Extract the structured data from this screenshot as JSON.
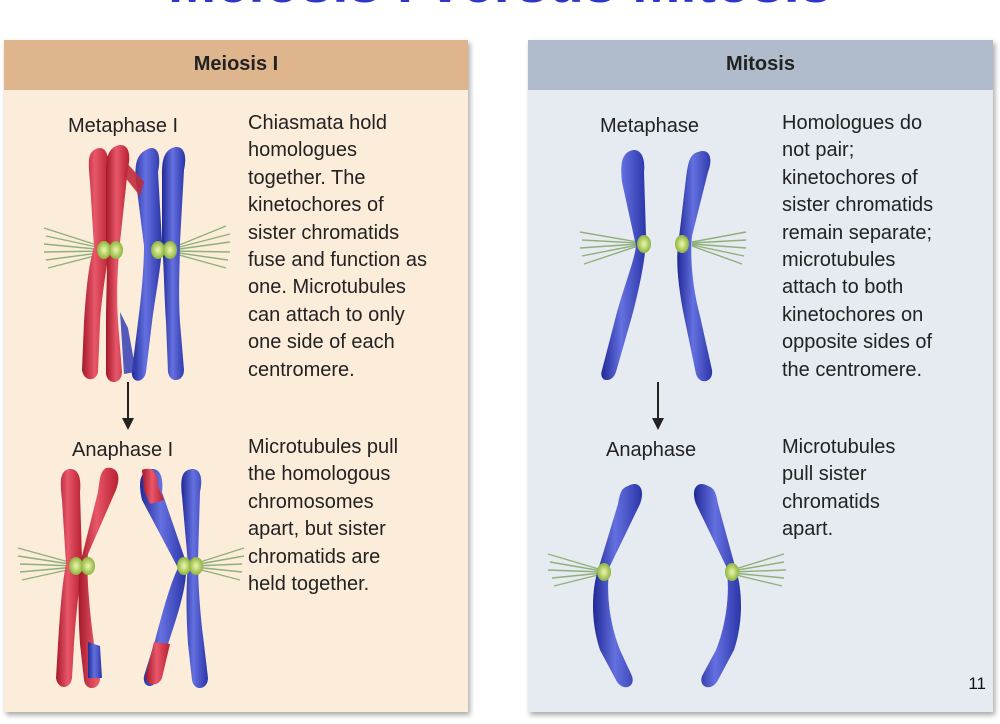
{
  "slide_title": "Meiosis I versus Mitosis",
  "page_number": "11",
  "meiosis": {
    "header": "Meiosis I",
    "metaphase_label": "Metaphase I",
    "metaphase_text": "Chiasmata hold\nhomologues\ntogether. The\nkinetochores of\nsister chromatids\nfuse and function as\none. Microtubules\ncan attach to only\none side of each\ncentromere.",
    "anaphase_label": "Anaphase I",
    "anaphase_text": "Microtubules pull\nthe homologous\nchromosomes\napart, but sister\nchromatids are\nheld together."
  },
  "mitosis": {
    "header": "Mitosis",
    "metaphase_label": "Metaphase",
    "metaphase_text": "Homologues do\nnot pair;\nkinetochores of\nsister chromatids\nremain separate;\nmicrotubules\nattach to both\nkinetochores on\nopposite sides of\nthe centromere.",
    "anaphase_label": "Anaphase",
    "anaphase_text": "Microtubules\npull sister\nchromatids\napart."
  },
  "colors": {
    "chromosome_red": "#d9364a",
    "chromosome_blue": "#3c48c2",
    "kinetochore": "#b8d66a",
    "microtubule": "#8fb07a"
  }
}
